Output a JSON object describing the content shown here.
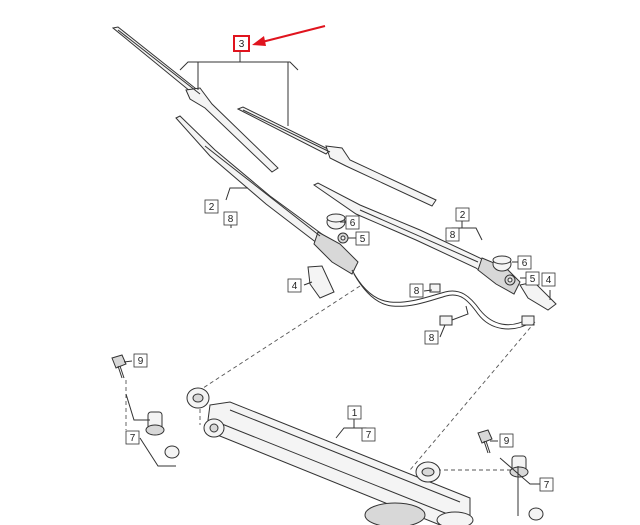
{
  "diagram": {
    "callouts": {
      "part_3_top": "3",
      "part_2_left": "2",
      "part_8_left": "8",
      "part_2_right": "2",
      "part_8_right": "8",
      "part_6_left": "6",
      "part_5_left": "5",
      "part_6_right": "6",
      "part_5_right": "5",
      "part_4_left": "4",
      "part_4_right": "4",
      "part_8_mid_a": "8",
      "part_8_mid_b": "8",
      "part_9_left": "9",
      "part_7_left": "7",
      "part_1": "1",
      "part_7_center": "7",
      "part_9_right": "9",
      "part_7_right": "7"
    },
    "highlight_color": "#e0141e",
    "line_color": "#333333"
  }
}
